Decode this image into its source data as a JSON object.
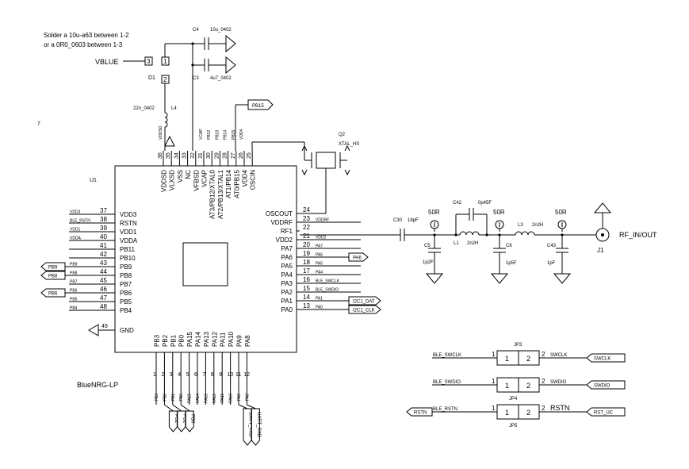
{
  "note_lines": [
    "Solder a 10u-a63 between 1-2",
    "or a 0R0_0603 between 1-3"
  ],
  "vblue": "VBLUE",
  "vblue_pin": "3",
  "d1": {
    "ref": "D1",
    "pin1": "1",
    "pin2": "2"
  },
  "c4": {
    "ref": "C4",
    "value": "10u_0402"
  },
  "c3": {
    "ref": "C3",
    "value": "4u7_0402"
  },
  "l4": {
    "ref": "L4",
    "value": "22n_0402"
  },
  "mark": "7",
  "u1": {
    "ref": "U1",
    "name": "BlueNRG-LP"
  },
  "top_pins": [
    {
      "num": "36",
      "label": "VDDSD",
      "net": "VDDSD"
    },
    {
      "num": "35",
      "label": "VLXSD",
      "net": ""
    },
    {
      "num": "34",
      "label": "VSS",
      "net": ""
    },
    {
      "num": "33",
      "label": "NC",
      "net": ""
    },
    {
      "num": "32",
      "label": "VFBSD",
      "net": ""
    },
    {
      "num": "31",
      "label": "VCAP",
      "net": "VCAP"
    },
    {
      "num": "30",
      "label": "AT3/PB12/XTAL0",
      "net": "PB12"
    },
    {
      "num": "29",
      "label": "AT2/PB13/XTAL1",
      "net": "PB13"
    },
    {
      "num": "28",
      "label": "AT1/PB14",
      "net": "PB14"
    },
    {
      "num": "27",
      "label": "AT0/PB15",
      "net": "PB15"
    },
    {
      "num": "26",
      "label": "VDD4",
      "net": "VDD4"
    },
    {
      "num": "25",
      "label": "OSCIN",
      "net": ""
    }
  ],
  "pb15_tag": "PB15",
  "left_pins": [
    {
      "num": "37",
      "label": "VDD3",
      "net": "VDD3"
    },
    {
      "num": "38",
      "label": "RSTN",
      "net": "BLE_RSTN"
    },
    {
      "num": "39",
      "label": "VDD1",
      "net": "VDD1"
    },
    {
      "num": "40",
      "label": "VDDA",
      "net": "VDDA"
    },
    {
      "num": "41",
      "label": "PB11",
      "net": ""
    },
    {
      "num": "42",
      "label": "PB10",
      "net": ""
    },
    {
      "num": "43",
      "label": "PB9",
      "net": "PB9"
    },
    {
      "num": "44",
      "label": "PB8",
      "net": "PB8"
    },
    {
      "num": "45",
      "label": "PB7",
      "net": "PB7"
    },
    {
      "num": "46",
      "label": "PB6",
      "net": "PB6"
    },
    {
      "num": "47",
      "label": "PB5",
      "net": "PB5"
    },
    {
      "num": "48",
      "label": "PB4",
      "net": "PB4"
    }
  ],
  "left_tags": [
    "PB9",
    "PB8",
    "PB6"
  ],
  "gnd_pin": {
    "num": "49",
    "label": "GND"
  },
  "right_pins": [
    {
      "num": "24",
      "label": "OSCOUT",
      "net": ""
    },
    {
      "num": "23",
      "label": "VDDRF",
      "net": "VDDRF"
    },
    {
      "num": "22",
      "label": "RF1",
      "net": ""
    },
    {
      "num": "21",
      "label": "VDD2",
      "net": "VDD2"
    },
    {
      "num": "20",
      "label": "PA7",
      "net": "PA7"
    },
    {
      "num": "19",
      "label": "PA6",
      "net": "PA6"
    },
    {
      "num": "18",
      "label": "PA5",
      "net": "PA5"
    },
    {
      "num": "17",
      "label": "PA4",
      "net": "PA4"
    },
    {
      "num": "16",
      "label": "PA3",
      "net": "BLE_SWCLK"
    },
    {
      "num": "15",
      "label": "PA2",
      "net": "BLE_SWDIO"
    },
    {
      "num": "14",
      "label": "PA1",
      "net": "PA1"
    },
    {
      "num": "13",
      "label": "PA0",
      "net": "PA0"
    }
  ],
  "right_tags": [
    "PA6",
    "I2C1_DAT",
    "I2C1_CLK"
  ],
  "bottom_pins": [
    {
      "num": "1",
      "label": "PB3",
      "net": "PB3"
    },
    {
      "num": "2",
      "label": "PB2",
      "net": "PB2"
    },
    {
      "num": "3",
      "label": "PB1",
      "net": "PB1"
    },
    {
      "num": "4",
      "label": "PB0",
      "net": "PB0"
    },
    {
      "num": "5",
      "label": "PA15",
      "net": "PA15"
    },
    {
      "num": "6",
      "label": "PA14",
      "net": "PA14"
    },
    {
      "num": "7",
      "label": "PA13",
      "net": "PA13"
    },
    {
      "num": "8",
      "label": "PA12",
      "net": "PA12"
    },
    {
      "num": "9",
      "label": "PA11",
      "net": "PA11"
    },
    {
      "num": "10",
      "label": "PA10",
      "net": "PA10"
    },
    {
      "num": "11",
      "label": "PA9",
      "net": "PA9"
    },
    {
      "num": "12",
      "label": "PA8",
      "net": "PA8"
    }
  ],
  "bottom_tags": [
    "PB2",
    "PB1",
    "PB0",
    "UART_TXD",
    "UART_RXD"
  ],
  "q2": {
    "ref": "Q2",
    "value": "XTAL_HS"
  },
  "rf": {
    "c30": {
      "ref": "C30",
      "value": "18pF"
    },
    "c42": {
      "ref": "C42",
      "value": "0p45F"
    },
    "c5": {
      "ref": "C5",
      "value": "1p2F"
    },
    "c6": {
      "ref": "C6",
      "value": "1p5F"
    },
    "c43": {
      "ref": "C43",
      "value": "1pF"
    },
    "l1": {
      "ref": "L1",
      "value": "2n2H"
    },
    "l3": {
      "ref": "L3",
      "value": "2n2H"
    },
    "probe": "50R",
    "j1": {
      "ref": "J1",
      "label": "RF_IN/OUT"
    }
  },
  "jumpers": [
    {
      "ref": "JP3",
      "left_net": "BLE_SWCLK",
      "p1": "1",
      "p2": "2",
      "right_net": "SWCLK",
      "tag": "SWCLK"
    },
    {
      "ref": "JP4",
      "left_net": "BLE_SWDIO",
      "p1": "1",
      "p2": "2",
      "right_net": "SWDIO",
      "tag": "SWDIO"
    },
    {
      "ref": "JP5",
      "left_net": "BLE_RSTN",
      "p1": "1",
      "p2": "2",
      "right_net": "RSTN",
      "tag": "RST_UC",
      "left_tag": "RSTN"
    }
  ]
}
